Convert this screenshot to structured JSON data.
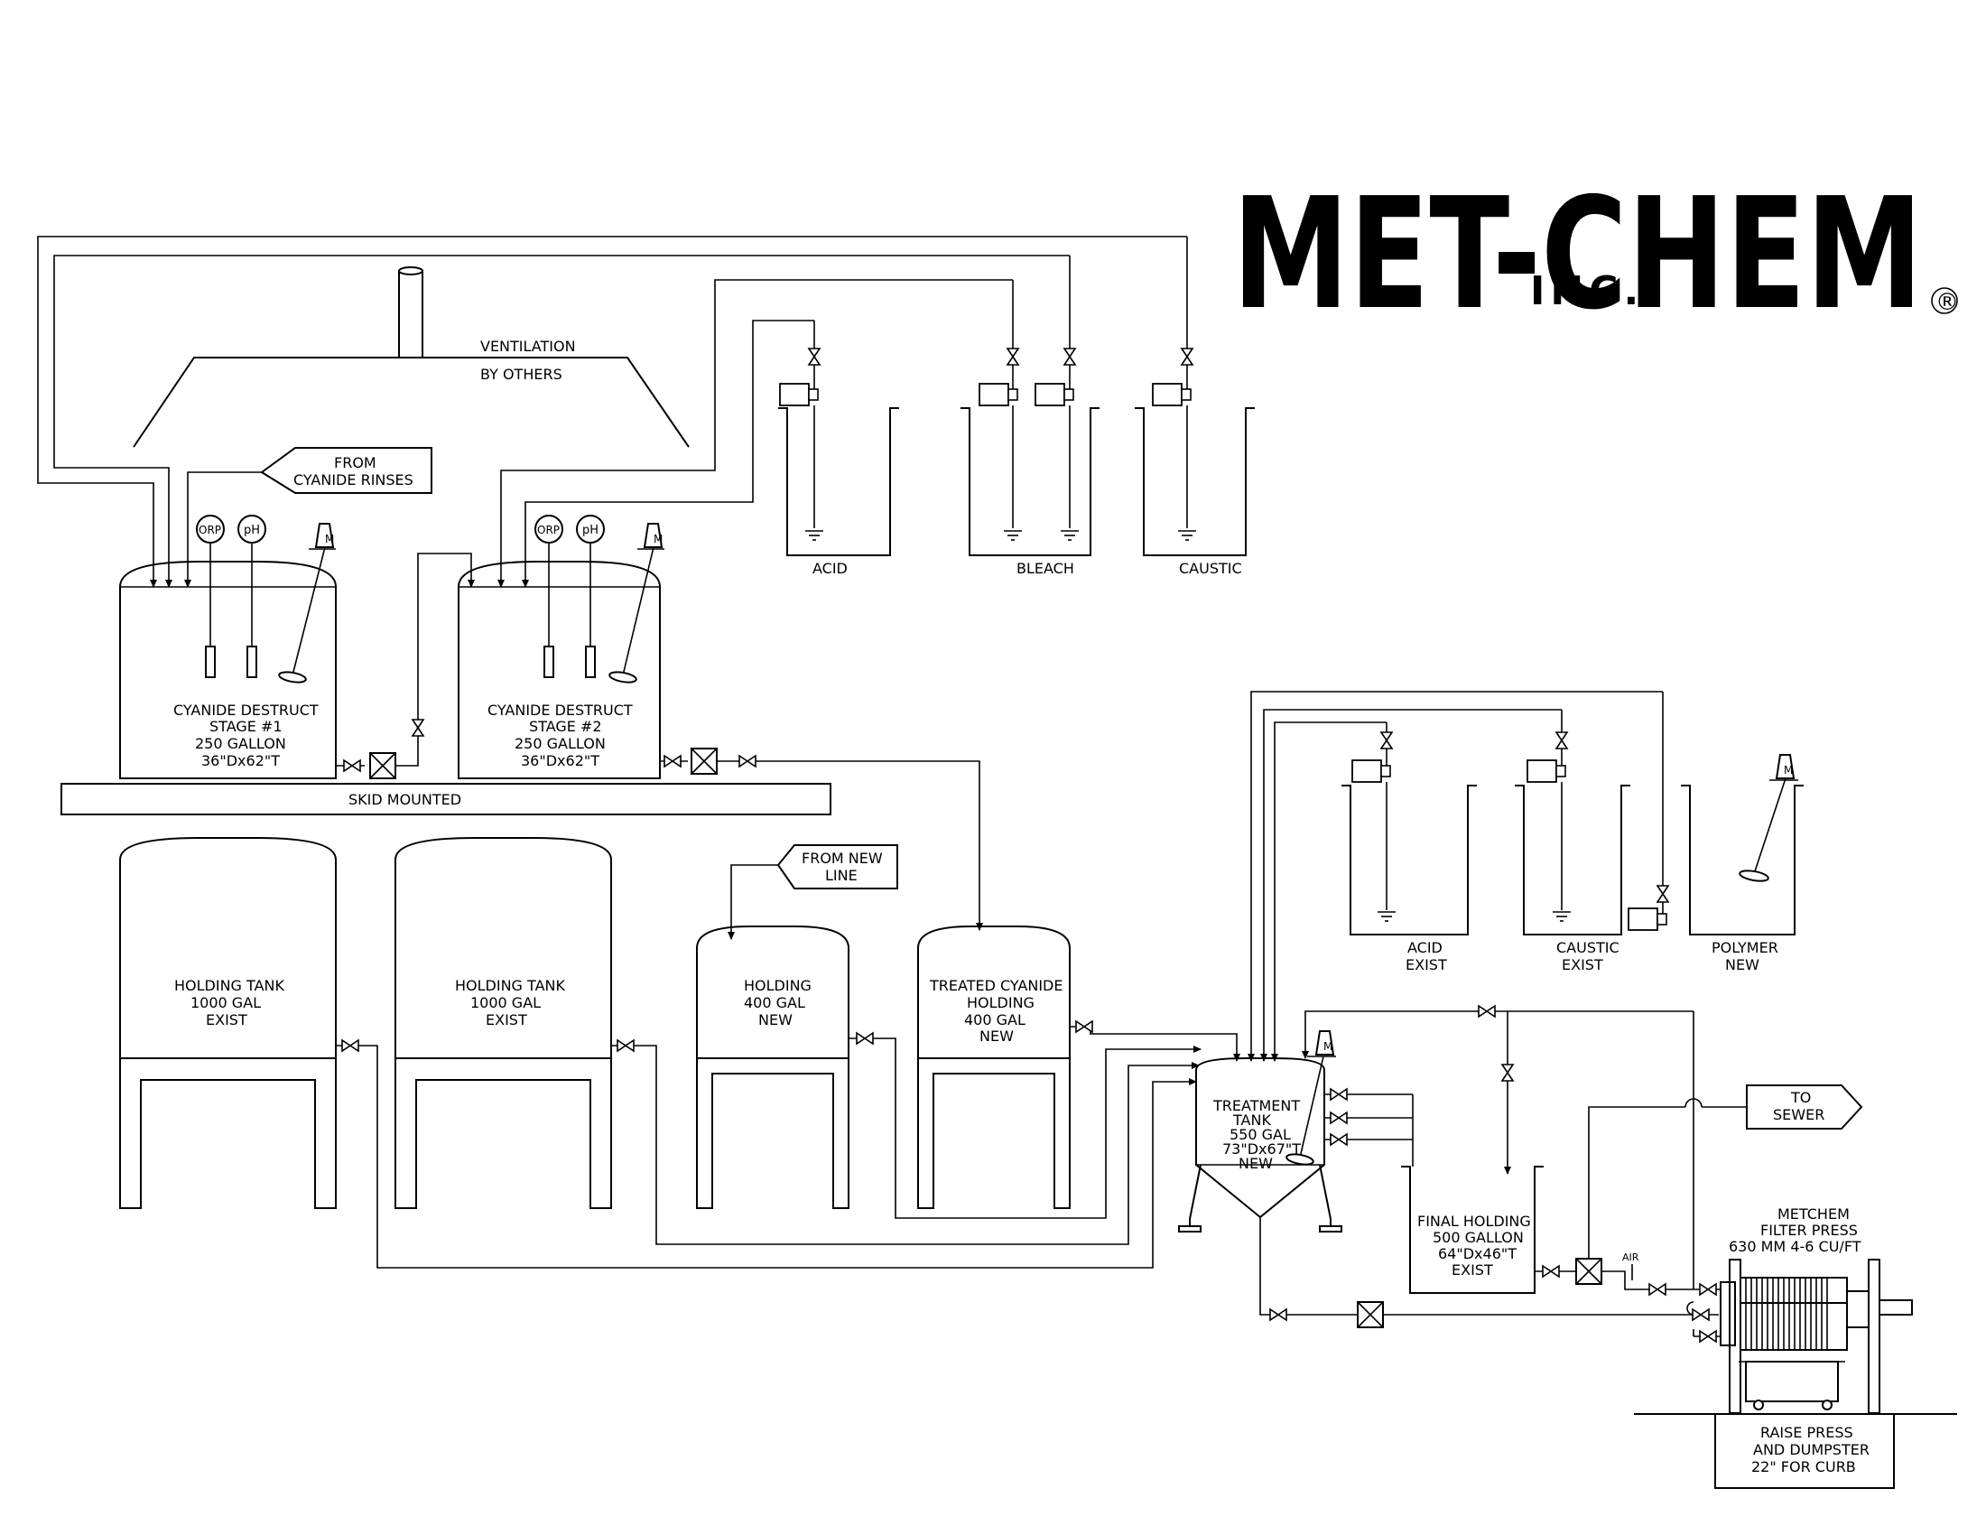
{
  "logo": {
    "name": "MET-CHEM",
    "suffix": "INC.",
    "registered": "®"
  },
  "ventilation": {
    "line1": "VENTILATION",
    "line2": "BY OTHERS"
  },
  "from_cyanide_rinses": {
    "line1": "FROM",
    "line2": "CYANIDE RINSES"
  },
  "from_new_line": {
    "line1": "FROM NEW",
    "line2": "LINE"
  },
  "instruments": {
    "orp": "ORP",
    "ph": "pH",
    "mixer": "M"
  },
  "chemical_tanks_top": {
    "acid": "ACID",
    "bleach": "BLEACH",
    "caustic": "CAUSTIC"
  },
  "cyanide_stage1": {
    "line1": "CYANIDE DESTRUCT",
    "line2": "STAGE #1",
    "line3": "250 GALLON",
    "line4": "36\"Dx62\"T"
  },
  "cyanide_stage2": {
    "line1": "CYANIDE DESTRUCT",
    "line2": "STAGE #2",
    "line3": "250 GALLON",
    "line4": "36\"Dx62\"T"
  },
  "skid": "SKID MOUNTED",
  "holding_tank_1": {
    "line1": "HOLDING TANK",
    "line2": "1000 GAL",
    "line3": "EXIST"
  },
  "holding_tank_2": {
    "line1": "HOLDING TANK",
    "line2": "1000 GAL",
    "line3": "EXIST"
  },
  "holding_400": {
    "line1": "HOLDING",
    "line2": "400 GAL",
    "line3": "NEW"
  },
  "treated_cyanide": {
    "line1": "TREATED CYANIDE",
    "line2": "HOLDING",
    "line3": "400 GAL",
    "line4": "NEW"
  },
  "chemical_tanks_right": {
    "acid_line1": "ACID",
    "acid_line2": "EXIST",
    "caustic_line1": "CAUSTIC",
    "caustic_line2": "EXIST",
    "polymer_line1": "POLYMER",
    "polymer_line2": "NEW"
  },
  "treatment_tank": {
    "line1": "TREATMENT",
    "line2": "TANK",
    "line3": "550 GAL",
    "line4": "73\"Dx67\"T",
    "line5": "NEW"
  },
  "to_sewer": {
    "line1": "TO",
    "line2": "SEWER"
  },
  "final_holding": {
    "line1": "FINAL HOLDING",
    "line2": "500 GALLON",
    "line3": "64\"Dx46\"T",
    "line4": "EXIST"
  },
  "filter_press": {
    "line1": "METCHEM",
    "line2": "FILTER PRESS",
    "line3": "630 MM 4-6 CU/FT"
  },
  "air": "AIR",
  "raise_press": {
    "line1": "RAISE PRESS",
    "line2": "AND DUMPSTER",
    "line3": "22\" FOR CURB"
  }
}
